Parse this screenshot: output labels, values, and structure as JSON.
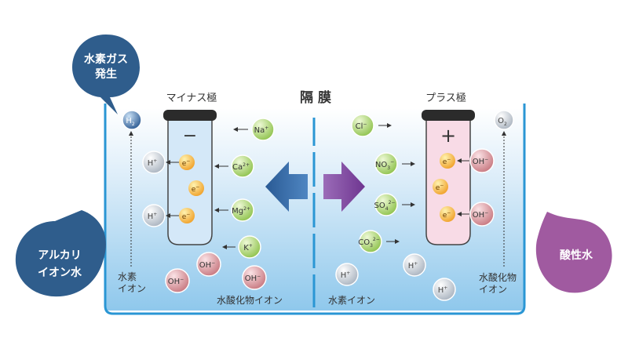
{
  "labels": {
    "minus_electrode": "マイナス極",
    "plus_electrode": "プラス極",
    "membrane": "隔 膜",
    "hydrogen_gas": [
      "水素ガス",
      "発生"
    ],
    "alkaline_water": [
      "アルカリ",
      "イオン水"
    ],
    "acidic_water": "酸性水",
    "hydrogen_ion_left": [
      "水素",
      "イオン"
    ],
    "hydroxide_ion_right": [
      "水酸化物",
      "イオン"
    ],
    "hydroxide_ion_bottom": "水酸化物イオン",
    "hydrogen_ion_bottom": "水素イオン",
    "minus_sign": "−",
    "plus_sign": "+"
  },
  "ions": {
    "h2": {
      "base": "H",
      "sub": "2"
    },
    "o2": {
      "base": "O",
      "sub": "2"
    },
    "h_plus": {
      "base": "H",
      "sup": "+"
    },
    "electron": {
      "base": "e",
      "sup": "−"
    },
    "na": {
      "base": "Na",
      "sup": "+"
    },
    "ca": {
      "base": "Ca",
      "sup": "2+"
    },
    "mg": {
      "base": "Mg",
      "sup": "2+"
    },
    "k": {
      "base": "K",
      "sup": "+"
    },
    "oh": {
      "base": "OH",
      "sup": "−"
    },
    "cl": {
      "base": "Cl",
      "sup": "−"
    },
    "no3": {
      "base": "NO",
      "sub": "3",
      "sup": "−"
    },
    "so4": {
      "base": "SO",
      "sub": "4",
      "sup": "2−"
    },
    "co3": {
      "base": "CO",
      "sub": "3",
      "sup": "2−"
    }
  },
  "colors": {
    "tank_blue": "#2a96d4",
    "alkaline_bubble": "#2f5d8c",
    "acidic_bubble": "#a05aa0",
    "left_arrow": "#2f6aa8",
    "right_arrow": "#7b3f98",
    "electrode_cap": "#2b2b2b",
    "minus_tube": "#d4e8f8",
    "plus_tube": "#f8dbe6"
  }
}
